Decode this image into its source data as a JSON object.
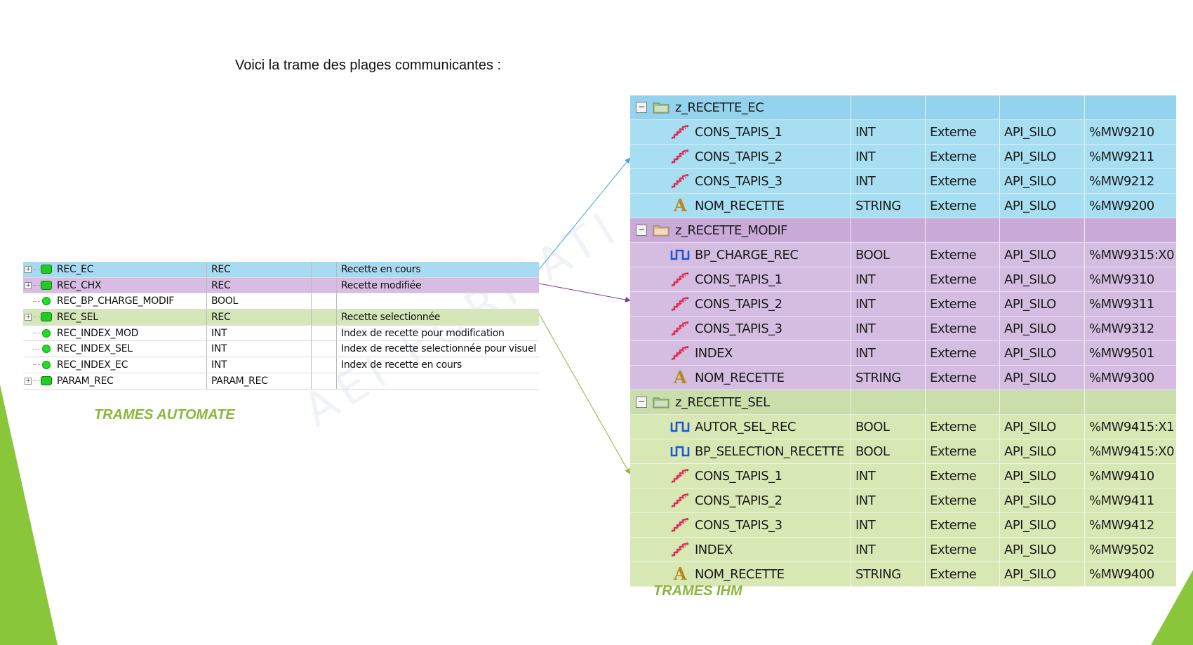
{
  "intro_text": "Voici la trame des plages communicantes :",
  "watermark": "AEI FORMATI",
  "captions": {
    "plc": "TRAMES AUTOMATE",
    "hmi": "TRAMES IHM"
  },
  "colors": {
    "ec": "#a8dbf2",
    "chx": "#d8bce3",
    "sel": "#d5e6b8",
    "caption": "#8ab63a",
    "accent_bar": "#8ac63a"
  },
  "plc_rows": [
    {
      "name": "REC_EC",
      "type": "REC",
      "comment": "Recette en cours",
      "icon": "struct-icon",
      "expandable": true,
      "group": "ec"
    },
    {
      "name": "REC_CHX",
      "type": "REC",
      "comment": "Recette modifiée",
      "icon": "struct-icon",
      "expandable": true,
      "group": "chx"
    },
    {
      "name": "REC_BP_CHARGE_MODIF",
      "type": "BOOL",
      "comment": "",
      "icon": "variable-dot-icon",
      "expandable": false,
      "group": ""
    },
    {
      "name": "REC_SEL",
      "type": "REC",
      "comment": "Recette selectionnée",
      "icon": "struct-icon",
      "expandable": true,
      "group": "sel"
    },
    {
      "name": "REC_INDEX_MOD",
      "type": "INT",
      "comment": "Index de recette pour modification",
      "icon": "variable-dot-icon",
      "expandable": false,
      "group": ""
    },
    {
      "name": "REC_INDEX_SEL",
      "type": "INT",
      "comment": "Index de recette selectionnée pour visuel param",
      "icon": "variable-dot-icon",
      "expandable": false,
      "group": ""
    },
    {
      "name": "REC_INDEX_EC",
      "type": "INT",
      "comment": "Index de recette en cours",
      "icon": "variable-dot-icon",
      "expandable": false,
      "group": ""
    },
    {
      "name": "PARAM_REC",
      "type": "PARAM_REC",
      "comment": "",
      "icon": "struct-icon",
      "expandable": true,
      "group": ""
    }
  ],
  "hmi_groups": [
    {
      "name": "z_RECETTE_EC",
      "key": "ec",
      "folder_icon": "folder-green-icon",
      "rows": [
        {
          "name": "CONS_TAPIS_1",
          "type": "INT",
          "access": "Externe",
          "connection": "API_SILO",
          "address": "%MW9210",
          "icon": "analog-icon"
        },
        {
          "name": "CONS_TAPIS_2",
          "type": "INT",
          "access": "Externe",
          "connection": "API_SILO",
          "address": "%MW9211",
          "icon": "analog-icon"
        },
        {
          "name": "CONS_TAPIS_3",
          "type": "INT",
          "access": "Externe",
          "connection": "API_SILO",
          "address": "%MW9212",
          "icon": "analog-icon"
        },
        {
          "name": "NOM_RECETTE",
          "type": "STRING",
          "access": "Externe",
          "connection": "API_SILO",
          "address": "%MW9200",
          "icon": "string-icon"
        }
      ]
    },
    {
      "name": "z_RECETTE_MODIF",
      "key": "modif",
      "folder_icon": "folder-orange-icon",
      "rows": [
        {
          "name": "BP_CHARGE_REC",
          "type": "BOOL",
          "access": "Externe",
          "connection": "API_SILO",
          "address": "%MW9315:X0",
          "icon": "bool-icon"
        },
        {
          "name": "CONS_TAPIS_1",
          "type": "INT",
          "access": "Externe",
          "connection": "API_SILO",
          "address": "%MW9310",
          "icon": "analog-icon"
        },
        {
          "name": "CONS_TAPIS_2",
          "type": "INT",
          "access": "Externe",
          "connection": "API_SILO",
          "address": "%MW9311",
          "icon": "analog-icon"
        },
        {
          "name": "CONS_TAPIS_3",
          "type": "INT",
          "access": "Externe",
          "connection": "API_SILO",
          "address": "%MW9312",
          "icon": "analog-icon"
        },
        {
          "name": "INDEX",
          "type": "INT",
          "access": "Externe",
          "connection": "API_SILO",
          "address": "%MW9501",
          "icon": "analog-icon"
        },
        {
          "name": "NOM_RECETTE",
          "type": "STRING",
          "access": "Externe",
          "connection": "API_SILO",
          "address": "%MW9300",
          "icon": "string-icon"
        }
      ]
    },
    {
      "name": "z_RECETTE_SEL",
      "key": "sel",
      "folder_icon": "folder-green-icon",
      "rows": [
        {
          "name": "AUTOR_SEL_REC",
          "type": "BOOL",
          "access": "Externe",
          "connection": "API_SILO",
          "address": "%MW9415:X1",
          "icon": "bool-icon"
        },
        {
          "name": "BP_SELECTION_RECETTE",
          "type": "BOOL",
          "access": "Externe",
          "connection": "API_SILO",
          "address": "%MW9415:X0",
          "icon": "bool-icon"
        },
        {
          "name": "CONS_TAPIS_1",
          "type": "INT",
          "access": "Externe",
          "connection": "API_SILO",
          "address": "%MW9410",
          "icon": "analog-icon"
        },
        {
          "name": "CONS_TAPIS_2",
          "type": "INT",
          "access": "Externe",
          "connection": "API_SILO",
          "address": "%MW9411",
          "icon": "analog-icon"
        },
        {
          "name": "CONS_TAPIS_3",
          "type": "INT",
          "access": "Externe",
          "connection": "API_SILO",
          "address": "%MW9412",
          "icon": "analog-icon"
        },
        {
          "name": "INDEX",
          "type": "INT",
          "access": "Externe",
          "connection": "API_SILO",
          "address": "%MW9502",
          "icon": "analog-icon"
        },
        {
          "name": "NOM_RECETTE",
          "type": "STRING",
          "access": "Externe",
          "connection": "API_SILO",
          "address": "%MW9400",
          "icon": "string-icon"
        }
      ]
    }
  ]
}
